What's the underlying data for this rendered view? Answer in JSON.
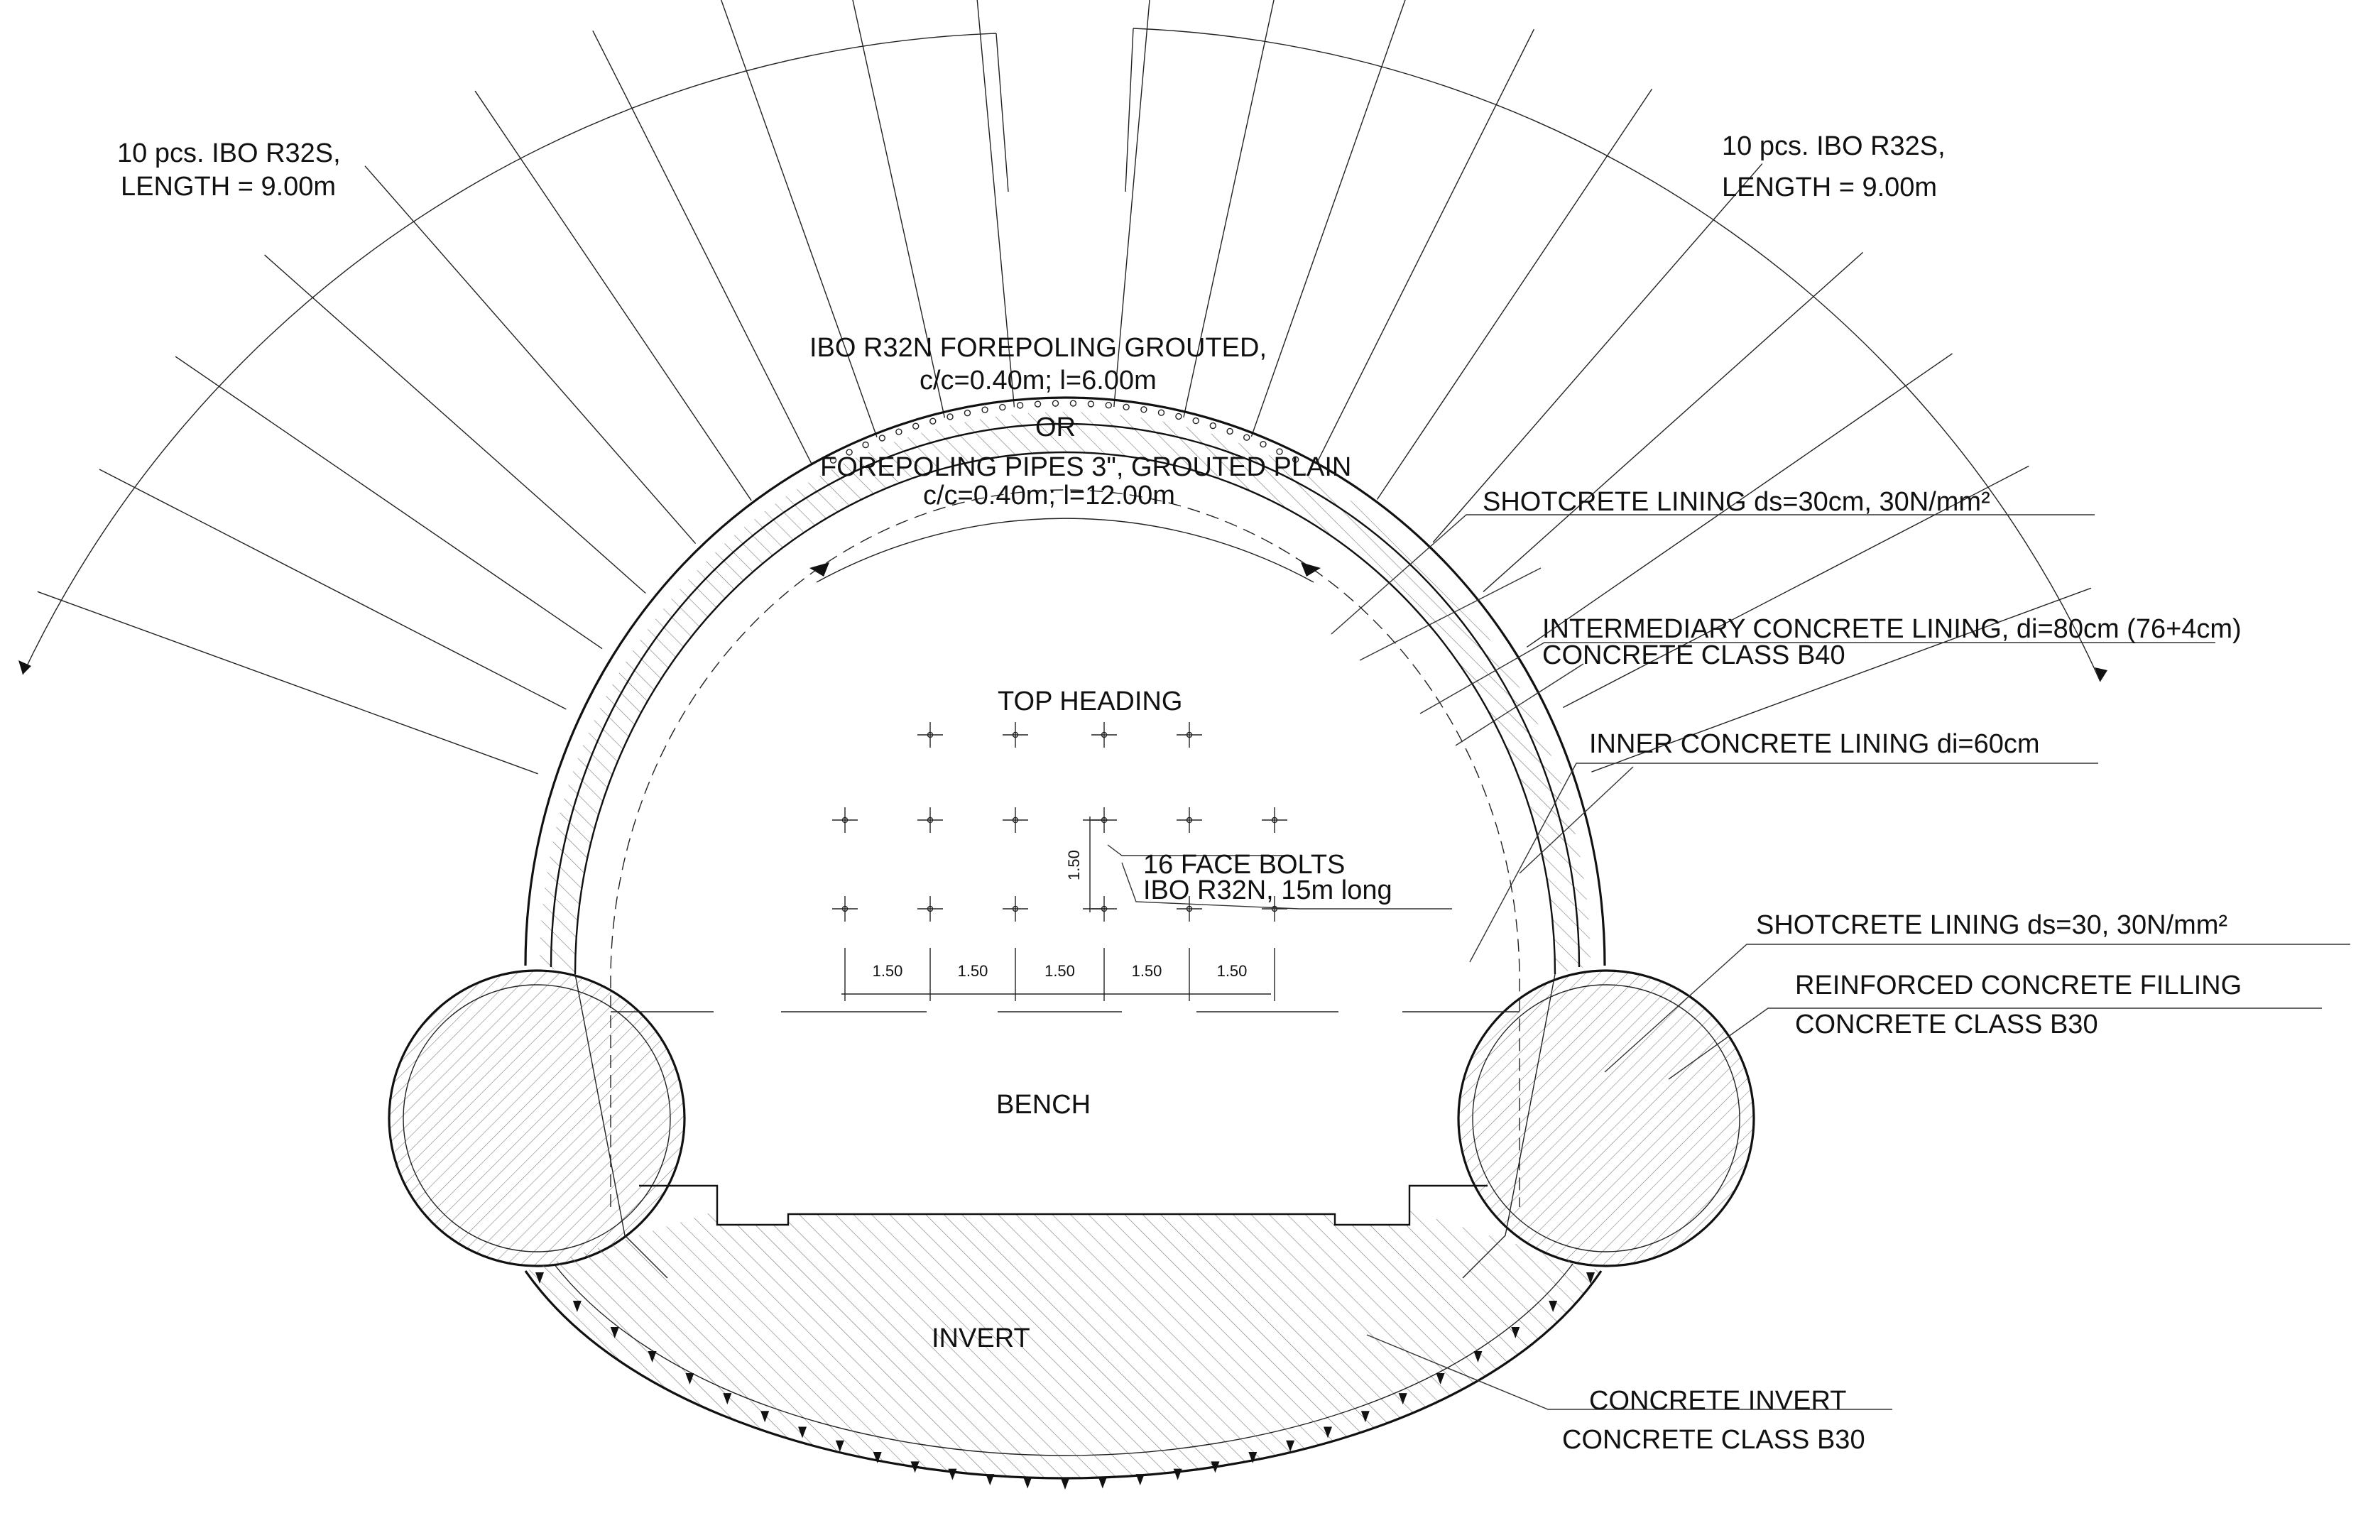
{
  "labels": {
    "anchors_left": [
      "10 pcs. IBO R32S,",
      "LENGTH = 9.00m"
    ],
    "anchors_right": [
      "10 pcs. IBO R32S,",
      "LENGTH = 9.00m"
    ],
    "forepoling": [
      "IBO R32N FOREPOLING GROUTED,",
      "c/c=0.40m; l=6.00m",
      "OR",
      "FOREPOLING PIPES 3\", GROUTED PLAIN",
      "c/c=0.40m; l=12.00m"
    ],
    "shotcrete_top": "SHOTCRETE LINING ds=30cm, 30N/mm²",
    "intermediary": [
      "INTERMEDIARY CONCRETE LINING, di=80cm (76+4cm)",
      "CONCRETE CLASS B40"
    ],
    "inner": "INNER CONCRETE LINING di=60cm",
    "top_heading": "TOP HEADING",
    "face_bolts": [
      "16 FACE BOLTS",
      "IBO R32N, 15m long"
    ],
    "bolt_spacing_vertical": "1.50",
    "shotcrete_side": "SHOTCRETE LINING ds=30, 30N/mm²",
    "filling": [
      "REINFORCED CONCRETE FILLING",
      "CONCRETE CLASS B30"
    ],
    "bench": "BENCH",
    "invert": "INVERT",
    "concrete_invert": [
      "CONCRETE INVERT",
      "CONCRETE CLASS B30"
    ]
  },
  "bolt_spacing": [
    "1.50",
    "1.50",
    "1.50",
    "1.50",
    "1.50"
  ]
}
